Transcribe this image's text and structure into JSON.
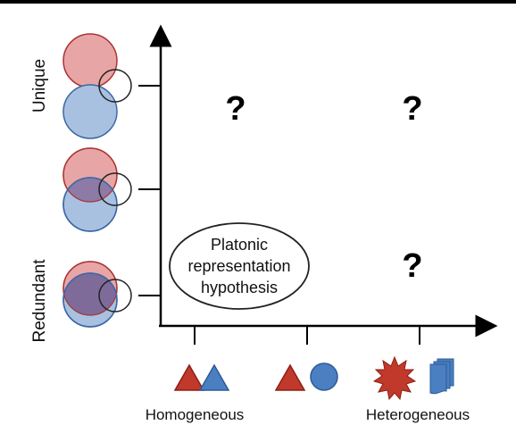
{
  "y_axis": {
    "top_label": "Unique",
    "bottom_label": "Redundant"
  },
  "x_axis": {
    "left_label": "Homogeneous",
    "right_label": "Heterogeneous"
  },
  "ellipse_label": [
    "Platonic",
    "representation",
    "hypothesis"
  ],
  "question_mark": "?",
  "colors": {
    "red_fill": "#c0392b",
    "red_circle": "#e8a5a5",
    "blue_fill": "#4a7fc1",
    "blue_circle": "#a9c1e0",
    "overlap": "#7e6b9a",
    "axis": "#000000"
  },
  "icons": [
    "red-triangle-icon",
    "blue-triangle-icon",
    "red-triangle-icon",
    "blue-circle-icon",
    "red-starburst-icon",
    "blue-document-icon"
  ]
}
